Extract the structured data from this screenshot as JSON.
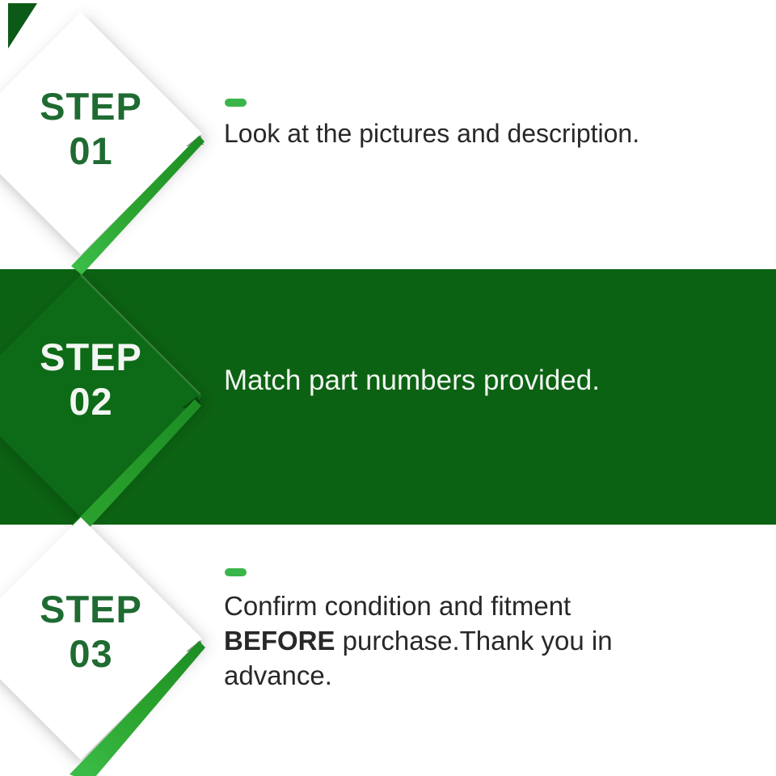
{
  "title": "Three step purchase-check infographic",
  "colors": {
    "background": "#ffffff",
    "band_green": "#0c6213",
    "band_chevron_green": "#0f6a18",
    "step_heading_green": "#1f6b32",
    "accent_green": "#3ab54a",
    "stripe_dark": "#1d8d24",
    "stripe_mid": "#2ba42e",
    "stripe_light": "#3cbd49",
    "body_text": "#282828",
    "band_text": "#f2f6f2",
    "corner_triangle": "#0b5a17"
  },
  "icons": {
    "corner_triangle": "corner-triangle-icon",
    "chevron": "chevron-arrow-icon",
    "accent_dash": "accent-dash-icon"
  },
  "steps": [
    {
      "label": "STEP",
      "number": "01",
      "description": "Look at the pictures and description.",
      "has_dash": true,
      "on_green_band": false
    },
    {
      "label": "STEP",
      "number": "02",
      "description": "Match part numbers provided.",
      "has_dash": false,
      "on_green_band": true
    },
    {
      "label": "STEP",
      "number": "03",
      "description_line1": "Confirm condition and fitment",
      "description_line2_bold": "BEFORE",
      "description_line2_rest": " purchase.Thank you in",
      "description_line3": "advance.",
      "has_dash": true,
      "on_green_band": false
    }
  ]
}
